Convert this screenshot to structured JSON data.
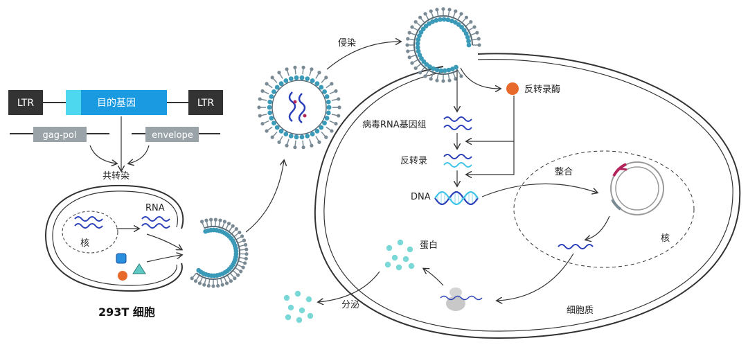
{
  "labels": {
    "ltr_left": "LTR",
    "gene": "目的基因",
    "ltr_right": "LTR",
    "gag_pol": "gag-pol",
    "envelope": "envelope",
    "cotransfection": "共转染",
    "rna": "RNA",
    "nucleus_left": "核",
    "cell_293t": "293T 细胞",
    "infection": "侵染",
    "reverse_transcriptase": "反转录酶",
    "viral_genome": "病毒RNA基因组",
    "reverse_transcription": "反转录",
    "dna": "DNA",
    "integration": "整合",
    "nucleus_right": "核",
    "protein": "蛋白",
    "secretion": "分泌",
    "cytoplasm": "细胞质"
  },
  "colors": {
    "dark_box": "#333333",
    "gene_blue": "#1a9ae0",
    "gene_light": "#4dd8f0",
    "gray_box": "#9aa3a8",
    "rna_blue": "#2a3fb8",
    "cyan_strand": "#3ec5e8",
    "virion_teal": "#3a9ab8",
    "spike_gray": "#7a8a94",
    "enzyme_orange": "#e86a2a",
    "protein_teal": "#7ad8d6",
    "integration_red": "#b3245a",
    "line": "#333333"
  }
}
